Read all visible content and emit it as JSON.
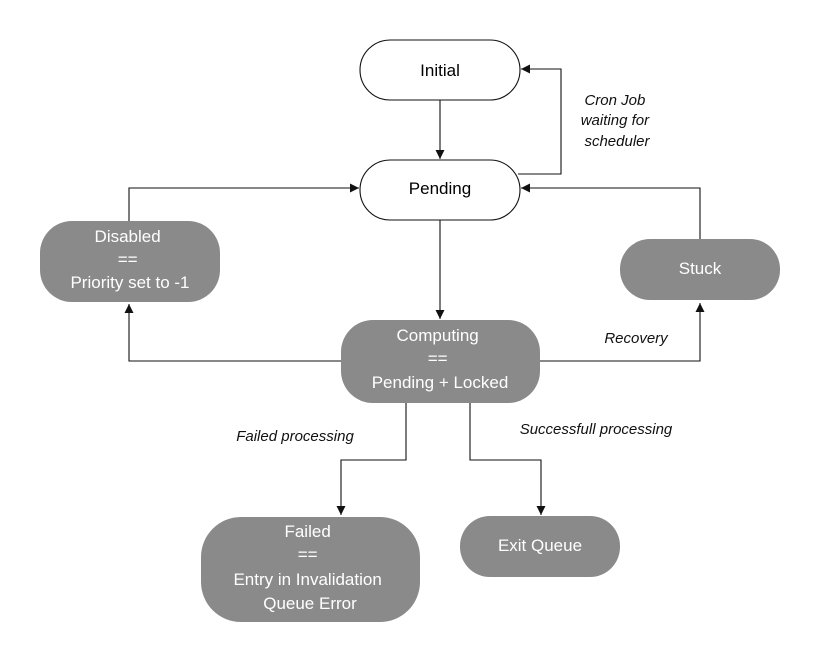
{
  "colors": {
    "light_fill": "#ffffff",
    "dark_fill": "#8a8a8a",
    "light_text": "#000000",
    "dark_text": "#ffffff",
    "stroke": "#111111"
  },
  "nodes": {
    "initial": {
      "label": "Initial",
      "style": "light"
    },
    "pending": {
      "label": "Pending",
      "style": "light"
    },
    "disabled": {
      "lines": [
        "Disabled",
        "==",
        "Priority set to -1"
      ],
      "style": "dark"
    },
    "stuck": {
      "label": "Stuck",
      "style": "dark"
    },
    "computing": {
      "lines": [
        "Computing",
        "==",
        "Pending + Locked"
      ],
      "style": "dark"
    },
    "failed": {
      "lines": [
        "Failed",
        "==",
        "Entry in Invalidation",
        "Queue Error"
      ],
      "style": "dark"
    },
    "exit_queue": {
      "label": "Exit Queue",
      "style": "dark"
    }
  },
  "edge_labels": {
    "cron_job": [
      "Cron Job",
      "waiting for",
      "scheduler"
    ],
    "recovery": "Recovery",
    "failed_processing": "Failed processing",
    "successful_processing": "Successfull processing"
  }
}
